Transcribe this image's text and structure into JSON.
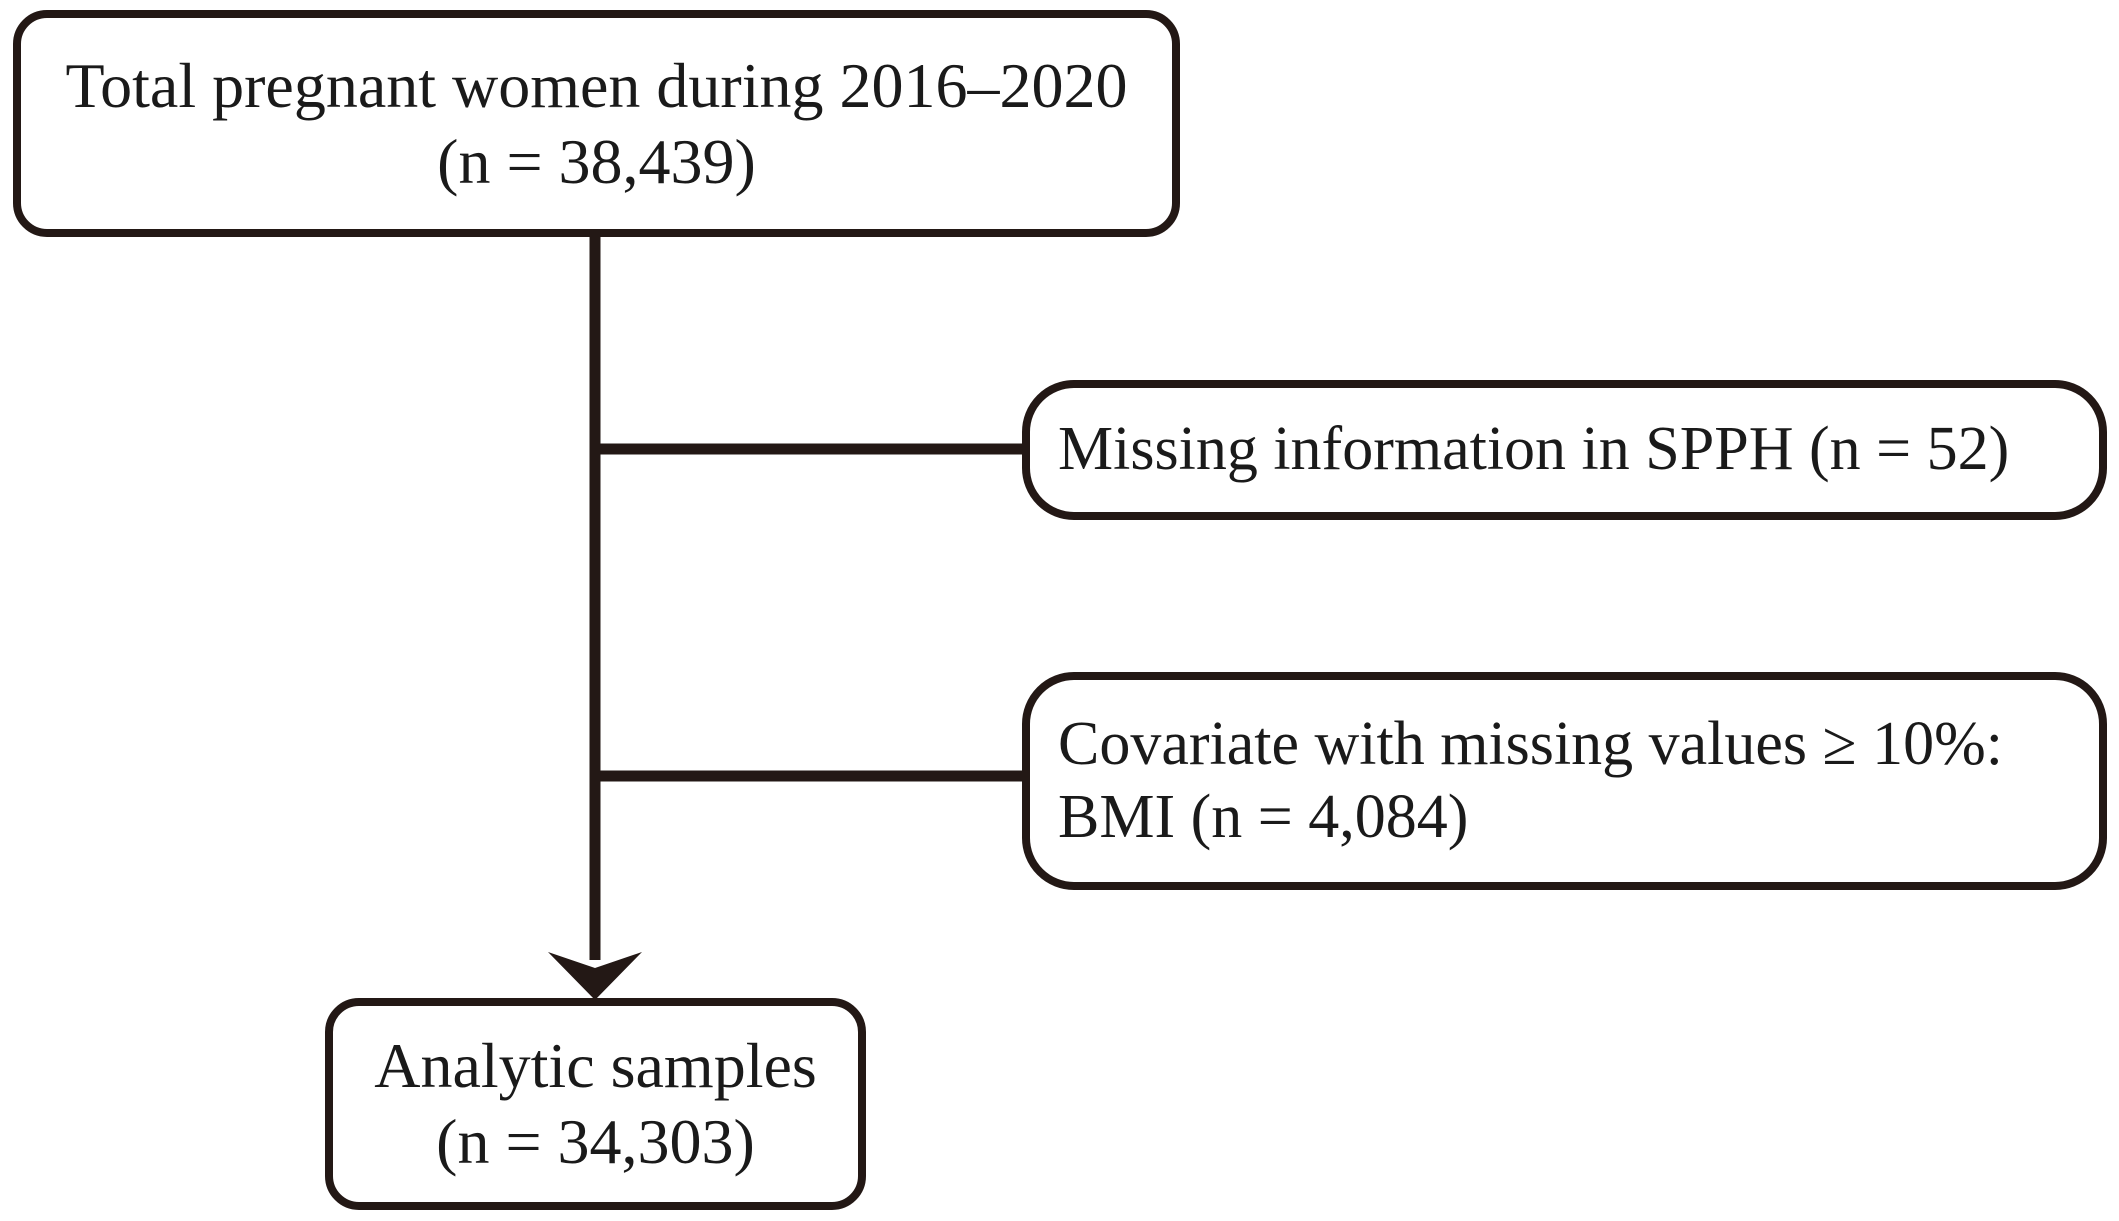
{
  "figure": {
    "type": "flowchart",
    "orientation": "vertical-with-right-exclusions",
    "stroke_color": "#231815",
    "text_color": "#1a1a1a",
    "background_color": "#ffffff"
  },
  "nodes": {
    "total": {
      "id": "total-pregnant-women",
      "line1": "Total pregnant women during 2016–2020",
      "line2": "(n = 38,439)",
      "count": 38439
    },
    "excluded_spph": {
      "id": "missing-information-spph",
      "line1": "Missing information in SPPH (n = 52)",
      "count": 52
    },
    "excluded_bmi": {
      "id": "covariate-missing-bmi",
      "line1": "Covariate with missing values ≥ 10%:",
      "line2": "BMI (n = 4,084)",
      "count": 4084,
      "threshold": "≥ 10%"
    },
    "analytic": {
      "id": "analytic-samples",
      "line1": "Analytic samples",
      "line2": "(n = 34,303)",
      "count": 34303
    }
  },
  "connectors": {
    "trunk": "vertical-trunk-line",
    "branch_spph": "branch-to-missing-spph",
    "branch_bmi": "branch-to-covariate-bmi",
    "arrow": "arrowhead-to-analytic-samples"
  }
}
